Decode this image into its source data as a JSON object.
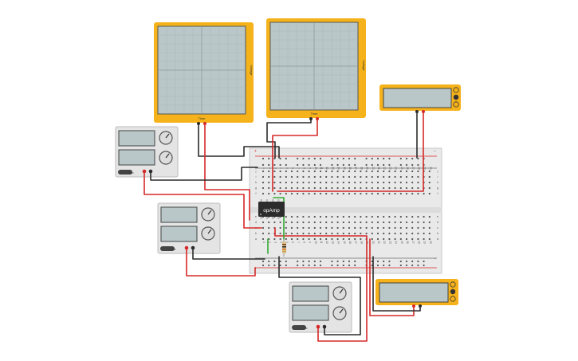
{
  "oscilloscopes": [
    {
      "time_label": "Time",
      "axis_label": "Voltage"
    },
    {
      "time_label": "Time",
      "axis_label": "Voltage"
    }
  ],
  "chip": {
    "label": "opAmp"
  },
  "power_supplies": [
    {
      "switch_label": "OFF"
    },
    {
      "switch_label": "OFF"
    },
    {
      "switch_label": "OFF"
    }
  ],
  "breadboard": {
    "column_numbers": [
      "1",
      "2",
      "3",
      "4",
      "5",
      "6",
      "7",
      "8",
      "9",
      "10",
      "11",
      "12",
      "13",
      "14",
      "15",
      "16",
      "17",
      "18",
      "19",
      "20",
      "21",
      "22",
      "23",
      "24",
      "25",
      "26",
      "27",
      "28",
      "29",
      "30"
    ],
    "row_letters_top": [
      "j",
      "i",
      "h",
      "g",
      "f"
    ],
    "row_letters_bottom": [
      "e",
      "d",
      "c",
      "b",
      "a"
    ],
    "rail_plus": "+",
    "rail_minus": "−"
  },
  "colors": {
    "instrument_frame": "#f5b21a",
    "screen_bg": "#b9c7c9",
    "wire_red": "#d62828",
    "wire_black": "#2b2b2b",
    "wire_green": "#33aa33",
    "board_bg": "#e9e9e9"
  }
}
